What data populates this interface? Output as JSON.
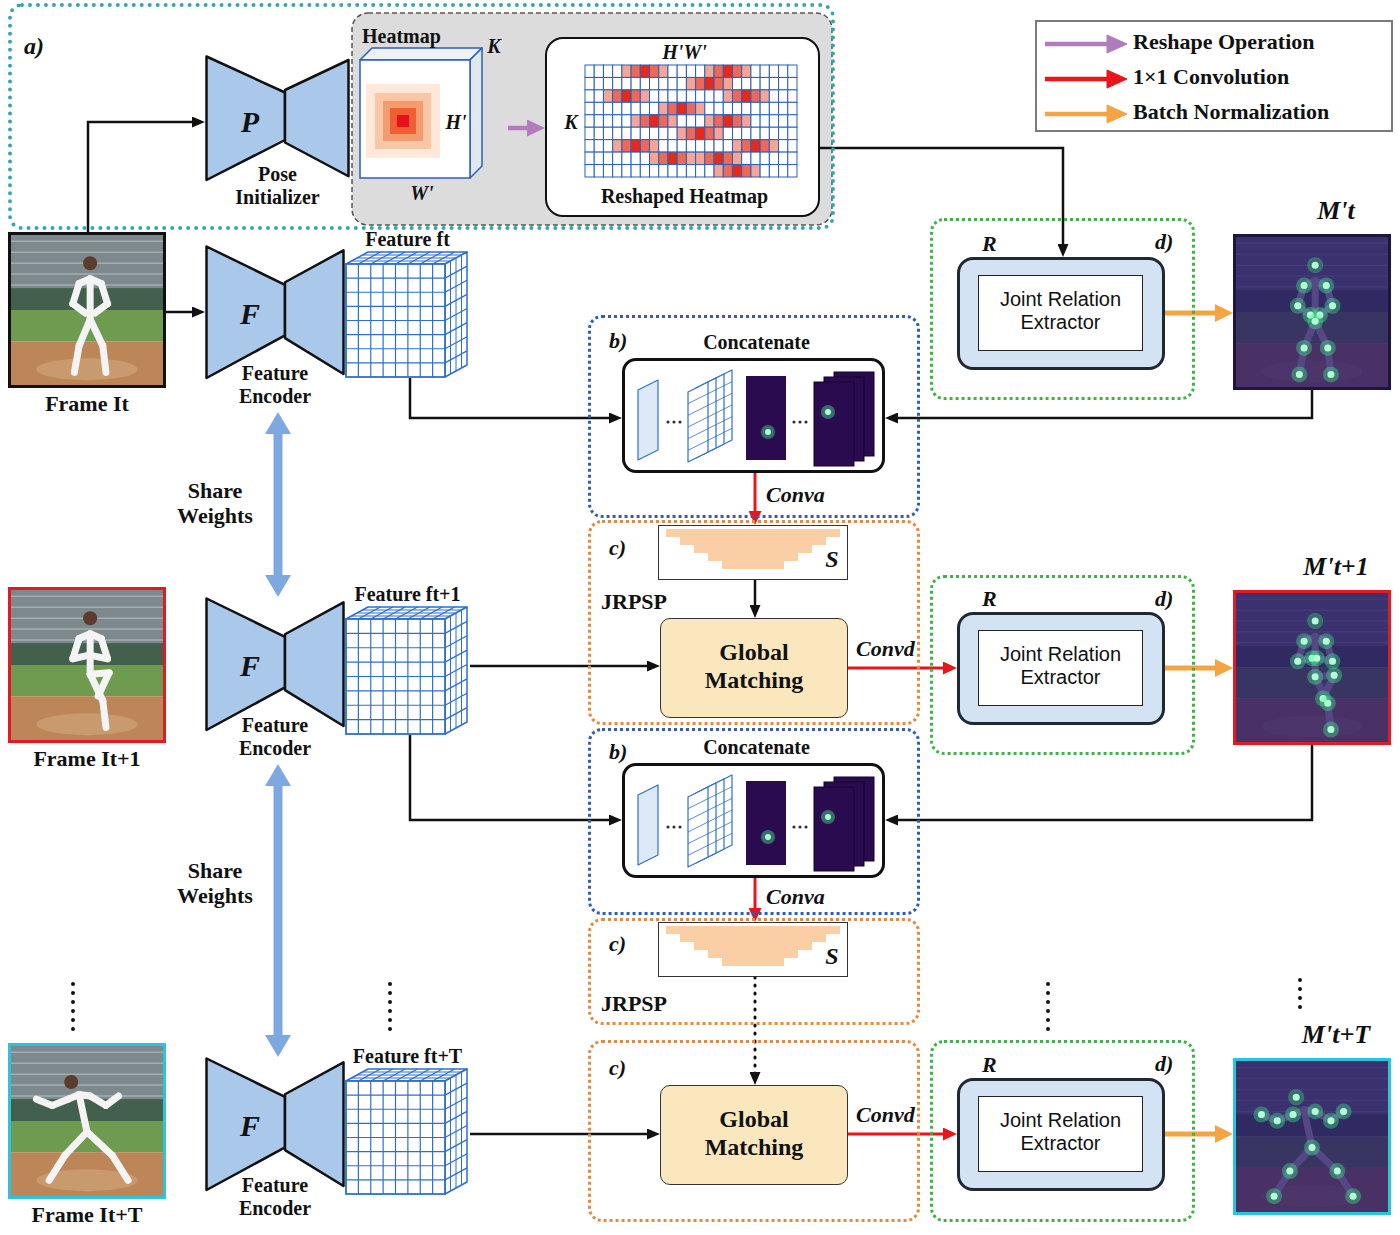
{
  "diagram": {
    "nodes": [
      {
        "text": [
          "a)"
        ]
      },
      {
        "text": [
          "P",
          "Pose Initializer"
        ],
        "in": 0
      },
      {
        "text": [
          "Heatmap",
          "K",
          "H'",
          "W'"
        ],
        "in": 0
      },
      {
        "text": [
          "H'W'",
          "K",
          "Reshaped Heatmap"
        ],
        "in": 0
      },
      {
        "text": [
          "Frame It"
        ]
      },
      {
        "text": [
          "F",
          "Feature Encoder"
        ]
      },
      {
        "text": [
          "Feature ft"
        ]
      },
      {
        "text": [
          "d)"
        ]
      },
      {
        "text": [
          "R"
        ],
        "in": 7
      },
      {
        "text": [
          "Joint Relation Extractor"
        ],
        "in": 8
      },
      {
        "text": [
          "M't"
        ]
      },
      {
        "text": [
          "b)"
        ]
      },
      {
        "text": [
          "Concatenate"
        ],
        "in": 11
      },
      {
        "text": [
          "c)",
          "JRPSP"
        ]
      },
      {
        "text": [
          "S"
        ],
        "in": 13
      },
      {
        "text": [
          "Global Matching"
        ],
        "in": 13
      },
      {
        "text": [
          "Frame It+1"
        ]
      },
      {
        "text": [
          "F",
          "Feature Encoder"
        ]
      },
      {
        "text": [
          "Feature ft+1"
        ]
      },
      {
        "text": [
          "d)"
        ]
      },
      {
        "text": [
          "R"
        ],
        "in": 19
      },
      {
        "text": [
          "Joint Relation Extractor"
        ],
        "in": 20
      },
      {
        "text": [
          "M't+1"
        ]
      },
      {
        "text": [
          "b)"
        ]
      },
      {
        "text": [
          "Concatenate"
        ],
        "in": 23
      },
      {
        "text": [
          "c)",
          "JRPSP"
        ]
      },
      {
        "text": [
          "S"
        ],
        "in": 25
      },
      {
        "text": [
          "Frame It+T"
        ]
      },
      {
        "text": [
          "F",
          "Feature Encoder"
        ]
      },
      {
        "text": [
          "Feature ft+T"
        ]
      },
      {
        "text": [
          "c)"
        ]
      },
      {
        "text": [
          "Global Matching"
        ],
        "in": 30
      },
      {
        "text": [
          "d)"
        ]
      },
      {
        "text": [
          "R"
        ],
        "in": 32
      },
      {
        "text": [
          "Joint Relation Extractor"
        ],
        "in": 33
      },
      {
        "text": [
          "M't+T"
        ]
      }
    ],
    "edges": [
      {
        "from": 4,
        "to": 1,
        "arrow": "to"
      },
      {
        "from": 4,
        "to": 5,
        "arrow": "to"
      },
      {
        "from": 2,
        "to": 3,
        "arrow": "to"
      },
      {
        "from": 3,
        "to": 8,
        "arrow": "to"
      },
      {
        "from": 8,
        "to": 10,
        "arrow": "to"
      },
      {
        "from": 6,
        "to": 12,
        "arrow": "to"
      },
      {
        "from": 10,
        "to": 12,
        "arrow": "to"
      },
      {
        "from": 12,
        "to": 14,
        "label": "Conva",
        "arrow": "to"
      },
      {
        "from": 14,
        "to": 15,
        "arrow": "to"
      },
      {
        "from": 18,
        "to": 15,
        "arrow": "to"
      },
      {
        "from": 15,
        "to": 20,
        "label": "Convd",
        "arrow": "to"
      },
      {
        "from": 20,
        "to": 22,
        "arrow": "to"
      },
      {
        "from": 18,
        "to": 24,
        "arrow": "to"
      },
      {
        "from": 22,
        "to": 24,
        "arrow": "to"
      },
      {
        "from": 24,
        "to": 26,
        "label": "Conva",
        "arrow": "to"
      },
      {
        "from": 26,
        "to": 31,
        "arrow": "to"
      },
      {
        "from": 29,
        "to": 31,
        "arrow": "to"
      },
      {
        "from": 31,
        "to": 33,
        "label": "Convd",
        "arrow": "to"
      },
      {
        "from": 33,
        "to": 35,
        "arrow": "to"
      },
      {
        "from": 5,
        "to": 17,
        "label": "Share Weights",
        "arrow": "both"
      },
      {
        "from": 17,
        "to": 28,
        "label": "Share Weights",
        "arrow": "both"
      }
    ],
    "legend": [
      {
        "text": "Reshape Operation"
      },
      {
        "text": "1×1 Convolution"
      },
      {
        "text": "Batch Normalization"
      }
    ]
  }
}
